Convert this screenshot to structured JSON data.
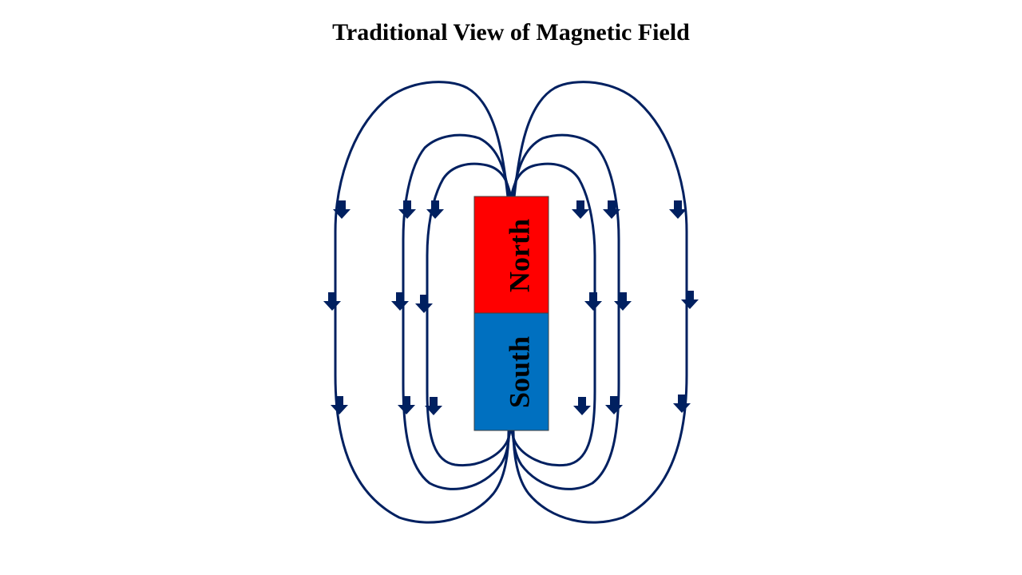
{
  "title": "Traditional View of Magnetic Field",
  "magnet": {
    "north_label": "North",
    "south_label": "South",
    "north_color": "#ff0000",
    "south_color": "#0070c0",
    "label_color": "#000000"
  },
  "field_line_color": "#002060",
  "arrow_icon": "down-arrow-icon"
}
